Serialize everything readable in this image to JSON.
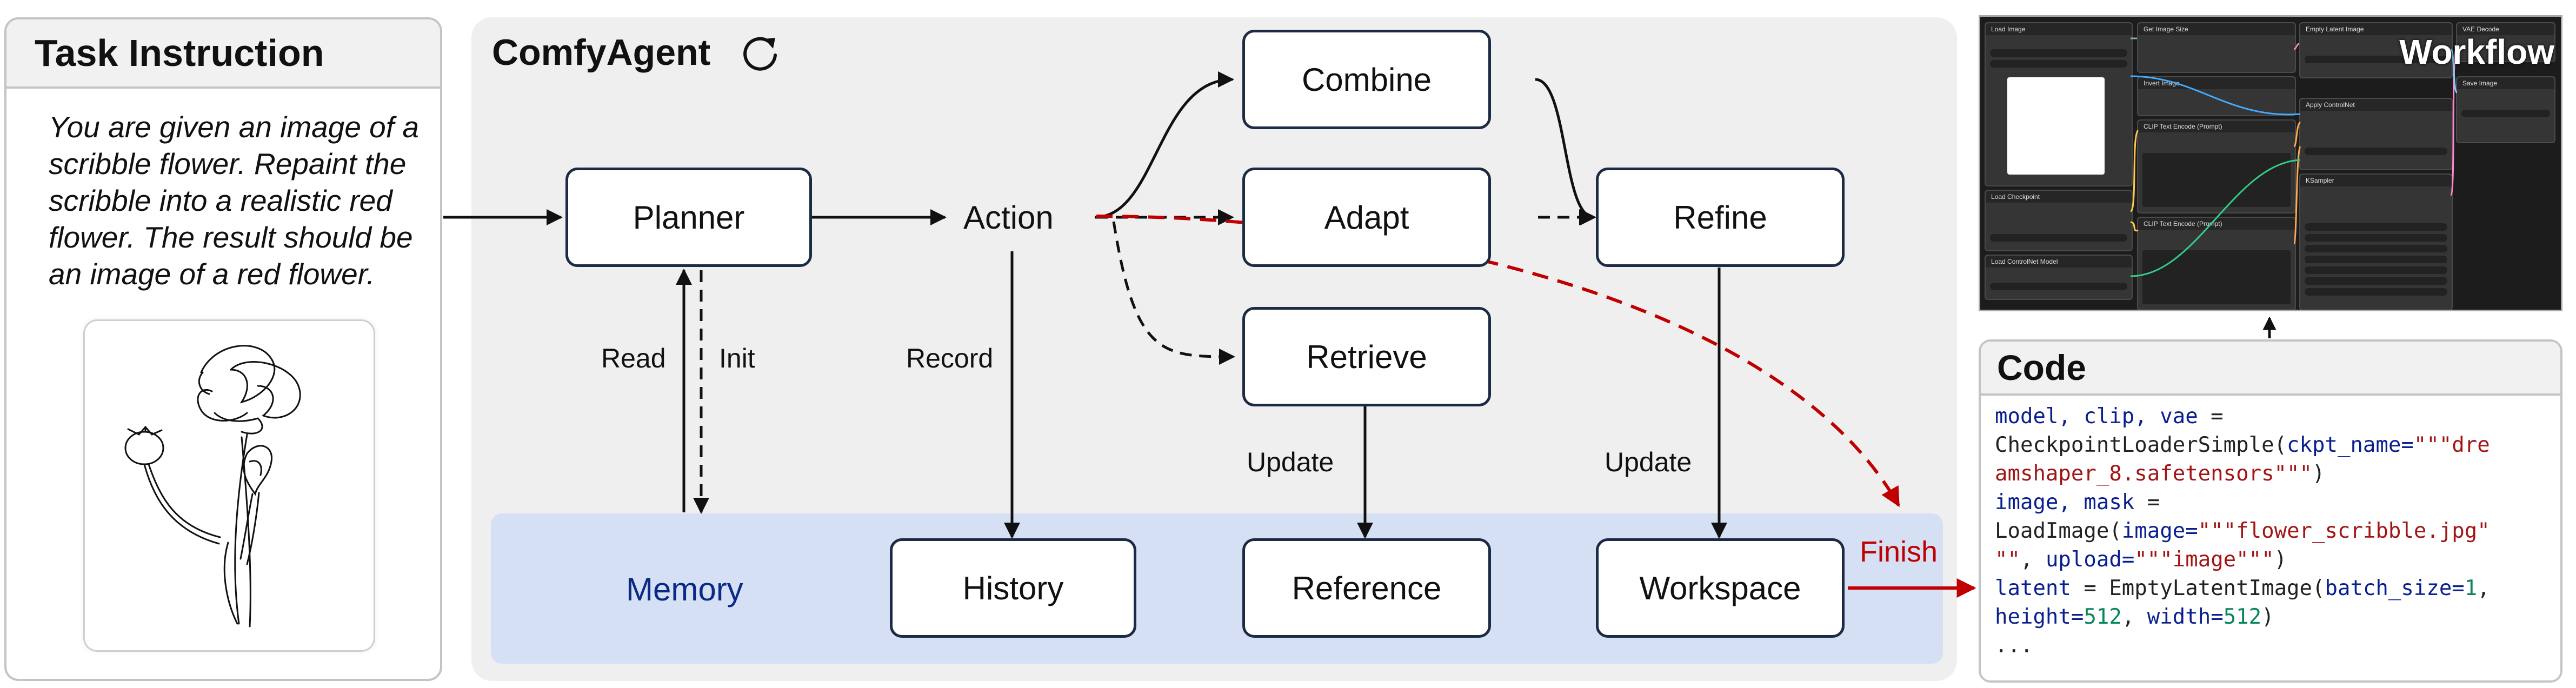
{
  "task_panel": {
    "title": "Task Instruction",
    "instruction": "You are given an image of a scribble flower. Repaint the scribble into a realistic red flower. The result should be an image of a red flower."
  },
  "agent": {
    "title": "ComfyAgent",
    "nodes": {
      "planner": "Planner",
      "action": "Action",
      "combine": "Combine",
      "adapt": "Adapt",
      "retrieve": "Retrieve",
      "refine": "Refine",
      "history": "History",
      "reference": "Reference",
      "workspace": "Workspace"
    },
    "memory_label": "Memory",
    "edge_labels": {
      "read": "Read",
      "init": "Init",
      "record": "Record",
      "update_retrieve": "Update",
      "update_refine": "Update",
      "finish": "Finish"
    }
  },
  "workflow": {
    "title": "Workflow",
    "node_titles": [
      "Load Image",
      "Get Image Size",
      "Empty Latent Image",
      "VAE Decode",
      "Invert Image",
      "Save Image",
      "CLIP Text Encode (Prompt)",
      "Apply ControlNet",
      "Load Checkpoint",
      "CLIP Text Encode (Prompt)",
      "KSampler",
      "Load ControlNet Model"
    ]
  },
  "code": {
    "title": "Code",
    "lines": [
      [
        {
          "t": "model, clip, vae",
          "c": "name"
        },
        {
          "t": " =",
          "c": "plain"
        }
      ],
      [
        {
          "t": "CheckpointLoaderSimple(",
          "c": "plain"
        },
        {
          "t": "ckpt_name=",
          "c": "name"
        },
        {
          "t": "\"\"\"dre",
          "c": "str"
        }
      ],
      [
        {
          "t": "amshaper_8.safetensors\"\"\"",
          "c": "str"
        },
        {
          "t": ")",
          "c": "plain"
        }
      ],
      [
        {
          "t": "image, mask",
          "c": "name"
        },
        {
          "t": " =",
          "c": "plain"
        }
      ],
      [
        {
          "t": "LoadImage(",
          "c": "plain"
        },
        {
          "t": "image=",
          "c": "name"
        },
        {
          "t": "\"\"\"flower_scribble.jpg\"",
          "c": "str"
        }
      ],
      [
        {
          "t": "\"\"",
          "c": "str"
        },
        {
          "t": ", ",
          "c": "plain"
        },
        {
          "t": "upload=",
          "c": "name"
        },
        {
          "t": "\"\"\"image\"\"\"",
          "c": "str"
        },
        {
          "t": ")",
          "c": "plain"
        }
      ],
      [
        {
          "t": "latent",
          "c": "name"
        },
        {
          "t": " = EmptyLatentImage(",
          "c": "plain"
        },
        {
          "t": "batch_size=",
          "c": "name"
        },
        {
          "t": "1",
          "c": "num"
        },
        {
          "t": ",",
          "c": "plain"
        }
      ],
      [
        {
          "t": "height=",
          "c": "name"
        },
        {
          "t": "512",
          "c": "num"
        },
        {
          "t": ", ",
          "c": "plain"
        },
        {
          "t": "width=",
          "c": "name"
        },
        {
          "t": "512",
          "c": "num"
        },
        {
          "t": ")",
          "c": "plain"
        }
      ],
      [
        {
          "t": "...",
          "c": "plain"
        }
      ]
    ]
  },
  "colors": {
    "node_border": "#1b2b44",
    "memory_band": "#d6e0f4",
    "memory_text": "#0b2a86",
    "finish": "#c00000",
    "panel_bg": "#efefef"
  }
}
